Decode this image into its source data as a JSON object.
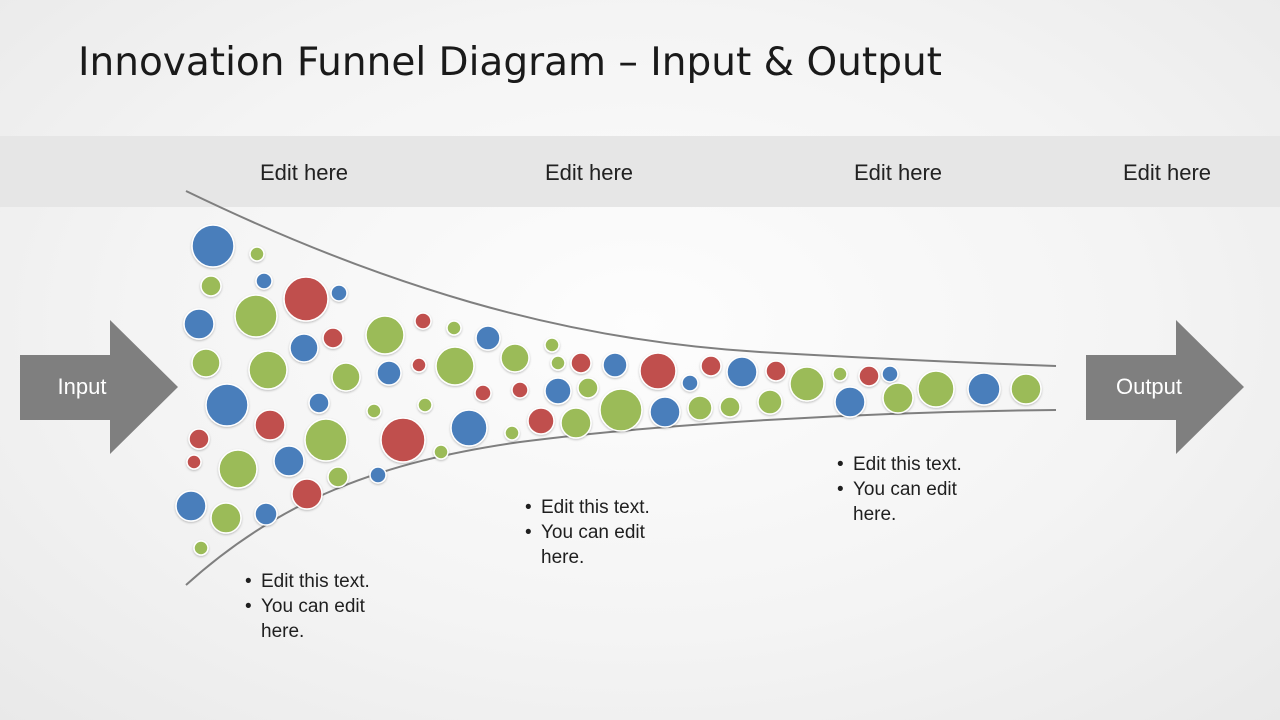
{
  "title": "Innovation Funnel Diagram – Input & Output",
  "stages": [
    {
      "label": "Edit here"
    },
    {
      "label": "Edit here"
    },
    {
      "label": "Edit here"
    },
    {
      "label": "Edit here"
    }
  ],
  "input_arrow": {
    "label": "Input"
  },
  "output_arrow": {
    "label": "Output"
  },
  "notes": [
    {
      "items": [
        "Edit this text.",
        "You can edit here."
      ]
    },
    {
      "items": [
        "Edit this text.",
        "You can edit here."
      ]
    },
    {
      "items": [
        "Edit this text.",
        "You can edit here."
      ]
    }
  ],
  "colors": {
    "blue": "#4a7ebb",
    "green": "#9bbb59",
    "red": "#c0504d",
    "arrow": "#7f7f7f",
    "funnel_outline": "#7f7f7f"
  }
}
